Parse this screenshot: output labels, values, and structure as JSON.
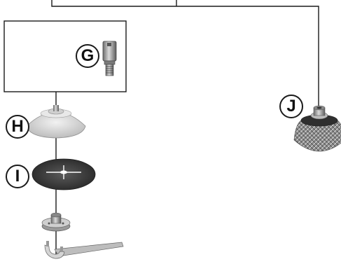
{
  "labels": {
    "g": "G",
    "h": "H",
    "i": "I",
    "j": "J"
  },
  "parts": {
    "g": "threaded-adapter",
    "h": "rubber-backing-pad",
    "i": "sanding-disc",
    "j": "wire-cup-brush",
    "clamp_nut": "clamp-nut",
    "wrench": "spanner-wrench"
  }
}
